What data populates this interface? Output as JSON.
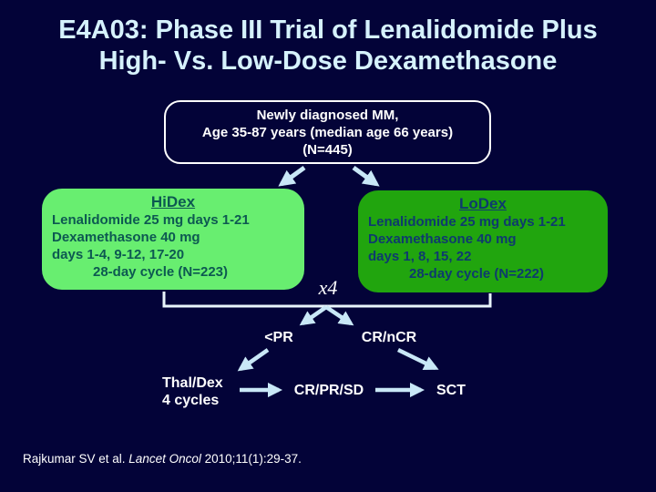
{
  "slide": {
    "title": {
      "line1": "E4A03: Phase III Trial of Lenalidomide Plus",
      "line2": "High- Vs. Low-Dose Dexamethasone"
    },
    "patient_box": {
      "line1": "Newly diagnosed MM,",
      "line2": "Age 35-87 years (median age 66 years)",
      "line3": "(N=445)"
    },
    "arms": {
      "hidex": {
        "title": "HiDex",
        "line1": "Lenalidomide 25 mg days 1-21",
        "line2": "Dexamethasone 40 mg",
        "line3": "days 1-4, 9-12, 17-20",
        "line4": "28-day cycle (N=223)"
      },
      "lodex": {
        "title": "LoDex",
        "line1": "Lenalidomide 25 mg days 1-21",
        "line2": "Dexamethasone 40 mg",
        "line3": "days 1, 8, 15, 22",
        "line4": "28-day cycle (N=222)"
      }
    },
    "cycles_label": "x4",
    "outcomes": {
      "less_than_pr": "<PR",
      "cr_ncr": "CR/nCR",
      "thaldex_line1": "Thal/Dex",
      "thaldex_line2": "4 cycles",
      "cr_pr_sd": "CR/PR/SD",
      "sct": "SCT"
    },
    "citation": {
      "prefix": "Rajkumar SV et al. ",
      "journal": "Lancet Oncol",
      "suffix": " 2010;11(1):29-37."
    }
  },
  "colors": {
    "bg": "#030338",
    "title": "#d6f2fd",
    "white": "#ffffff",
    "hidex_bg": "#68ee70",
    "hidex_text": "#0d5951",
    "lodex_bg": "#21a50e",
    "lodex_text": "#0e3a6e",
    "arrow": "#c9e8f7",
    "bracket": "#e9f5fb"
  }
}
